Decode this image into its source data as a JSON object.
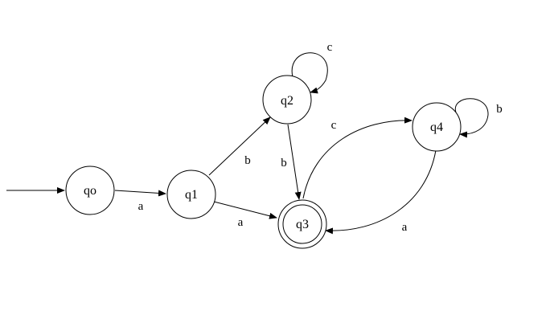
{
  "diagram": {
    "states": [
      {
        "id": "q0",
        "label": "qo"
      },
      {
        "id": "q1",
        "label": "q1"
      },
      {
        "id": "q2",
        "label": "q2"
      },
      {
        "id": "q3",
        "label": "q3",
        "accepting": true
      },
      {
        "id": "q4",
        "label": "q4"
      }
    ],
    "start_state": "q0",
    "transitions": [
      {
        "from": "q0",
        "to": "q1",
        "label": "a"
      },
      {
        "from": "q1",
        "to": "q2",
        "label": "b"
      },
      {
        "from": "q1",
        "to": "q3",
        "label": "a"
      },
      {
        "from": "q2",
        "to": "q2",
        "label": "c"
      },
      {
        "from": "q2",
        "to": "q3",
        "label": "b"
      },
      {
        "from": "q3",
        "to": "q4",
        "label": "c"
      },
      {
        "from": "q4",
        "to": "q4",
        "label": "b"
      },
      {
        "from": "q4",
        "to": "q3",
        "label": "a"
      }
    ]
  }
}
